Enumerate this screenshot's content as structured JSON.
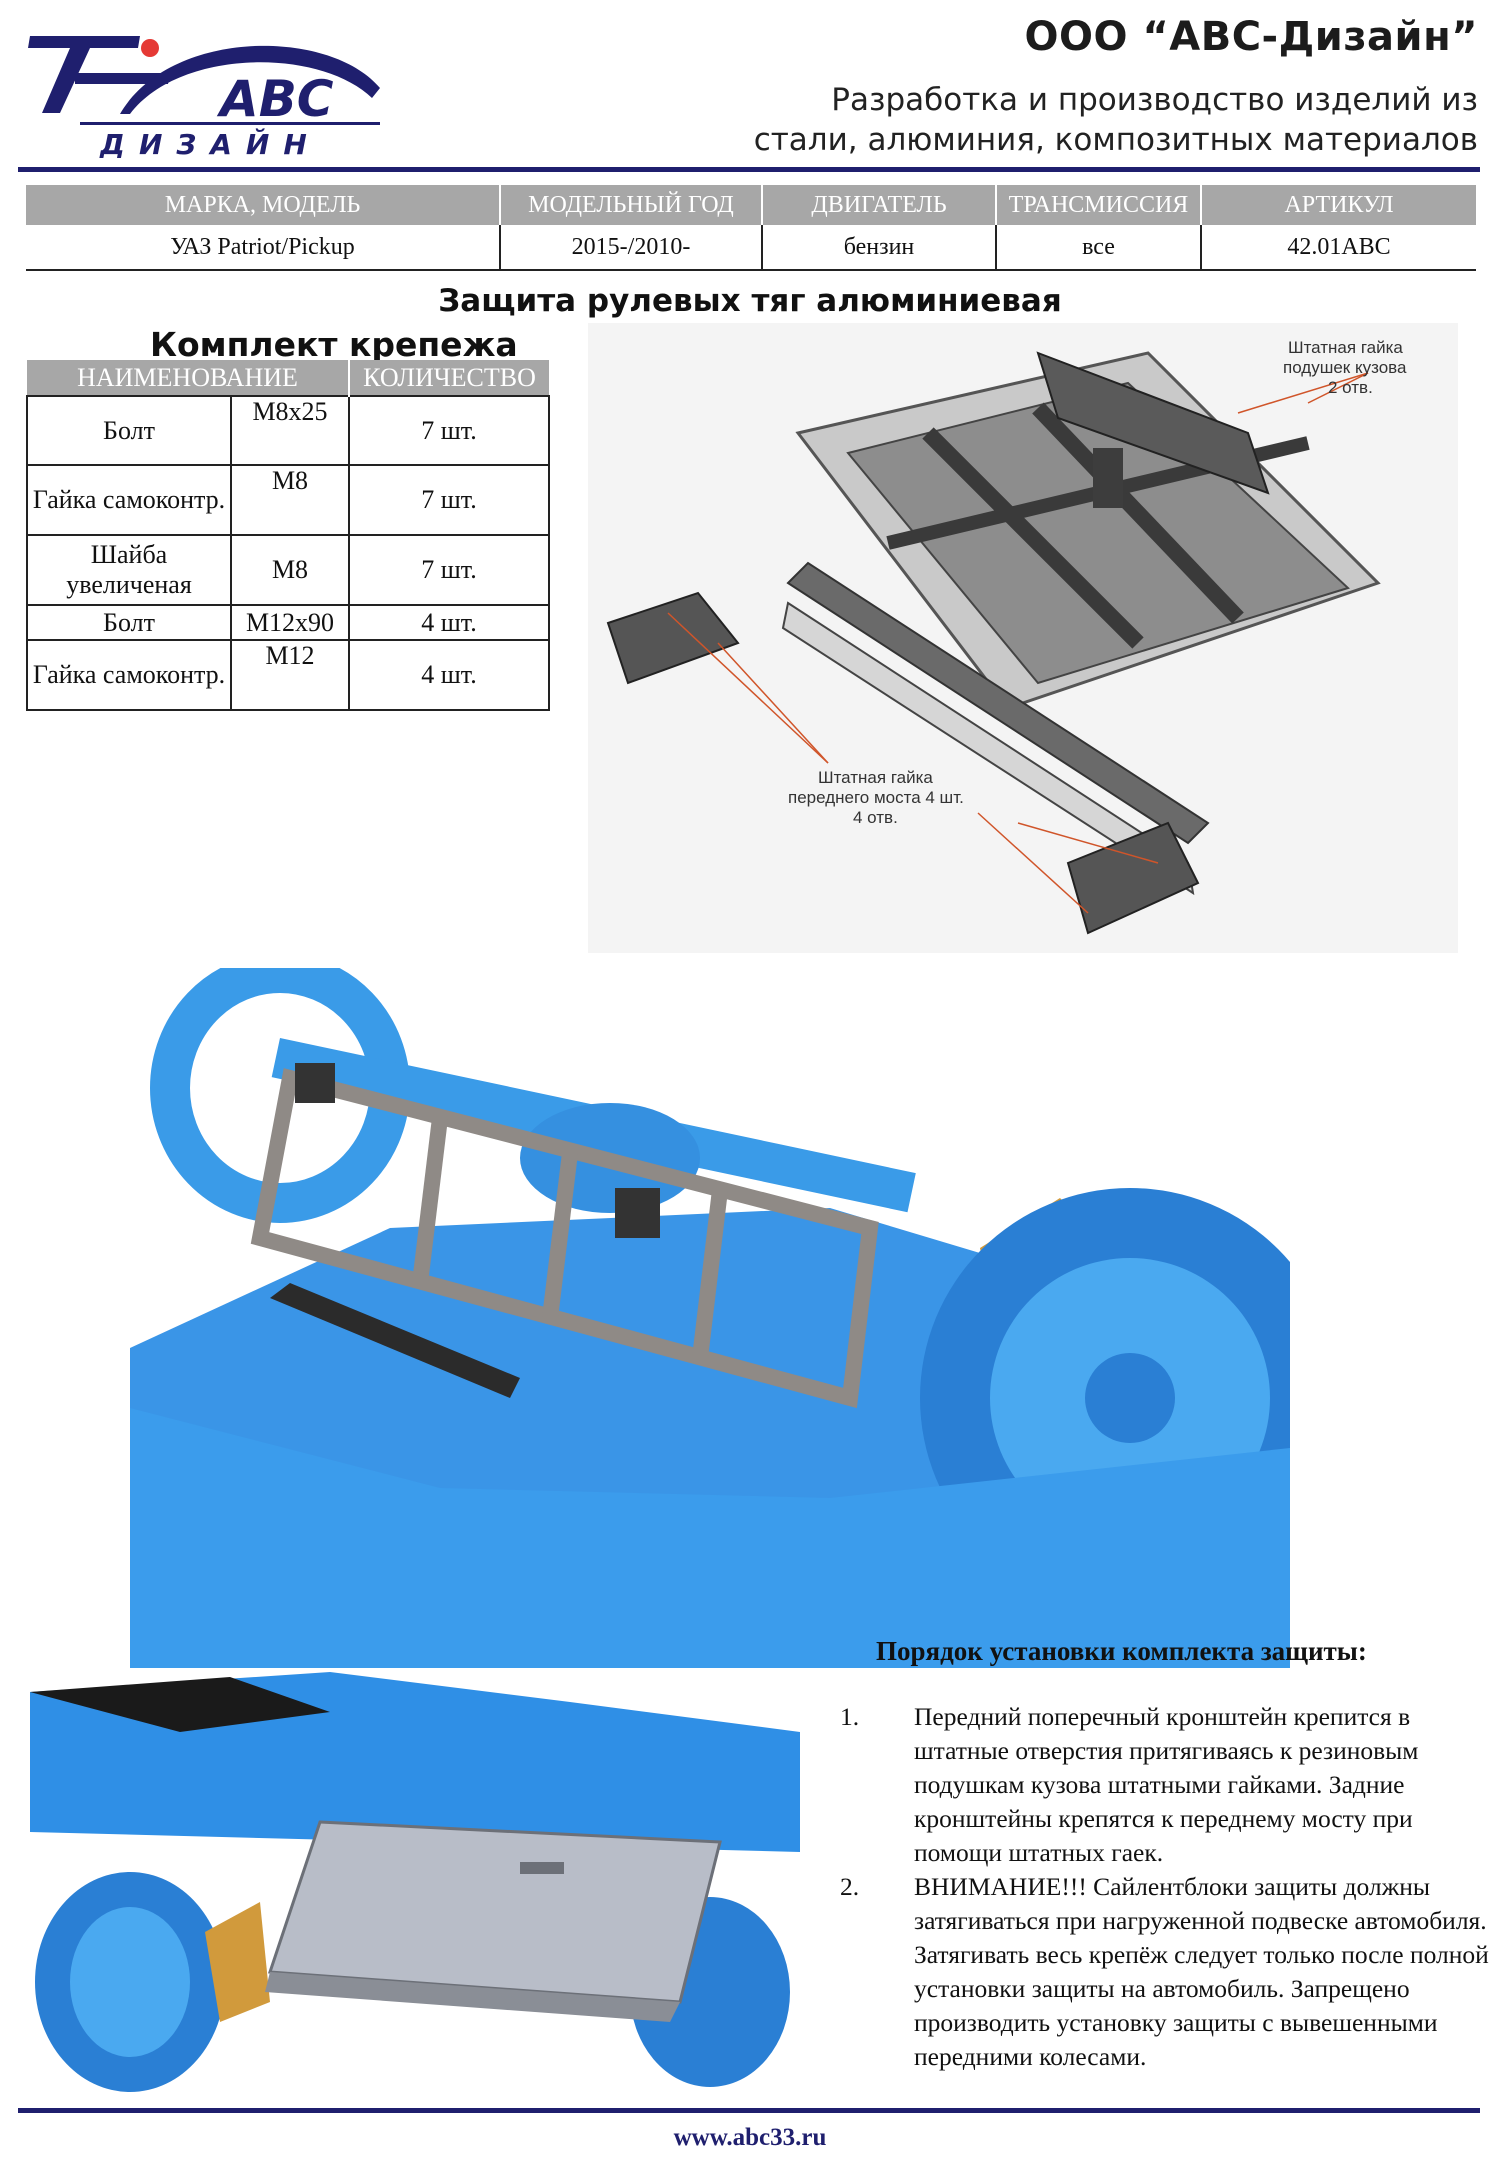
{
  "header": {
    "logo_text": "ABC",
    "logo_subtext": "ДИЗАЙН",
    "company": "ООО “АВС-Дизайн”",
    "tagline_line1": "Разработка и производство изделий из",
    "tagline_line2": "стали, алюминия, композитных материалов"
  },
  "spec_table": {
    "headers": [
      "МАРКА, МОДЕЛЬ",
      "МОДЕЛЬНЫЙ ГОД",
      "ДВИГАТЕЛЬ",
      "ТРАНСМИССИЯ",
      "АРТИКУЛ"
    ],
    "row": [
      "УАЗ Patriot/Pickup",
      "2015-/2010-",
      "бензин",
      "все",
      "42.01ABC"
    ]
  },
  "title": "Защита рулевых тяг алюминиевая",
  "kit": {
    "title": "Комплект крепежа",
    "headers": [
      "НАИМЕНОВАНИЕ",
      "КОЛИЧЕСТВО"
    ],
    "rows": [
      {
        "name": "Болт",
        "size": "М8х25",
        "qty": "7 шт."
      },
      {
        "name": "Гайка самоконтр.",
        "size": "М8",
        "qty": "7 шт."
      },
      {
        "name": "Шайба увеличеная",
        "size": "М8",
        "qty": "7 шт."
      },
      {
        "name": "Болт",
        "size": "М12х90",
        "qty": "4 шт."
      },
      {
        "name": "Гайка самоконтр.",
        "size": "М12",
        "qty": "4 шт."
      }
    ]
  },
  "diagram": {
    "note_top_l1": "Штатная гайка",
    "note_top_l2": "подушек кузова",
    "note_top_l3": "2 отв.",
    "note_bottom_l1": "Штатная гайка",
    "note_bottom_l2": "переднего моста 4 шт.",
    "note_bottom_l3": "4 отв."
  },
  "install": {
    "title": "Порядок установки комплекта защиты:",
    "steps": [
      {
        "num": "1.",
        "text": "Передний поперечный кронштейн крепится в штатные отверстия притягиваясь к резиновым подушкам кузова штатными гайками. Задние кронштейны крепятся к переднему мосту при помощи штатных гаек."
      },
      {
        "num": "2.",
        "text": "ВНИМАНИЕ!!! Сайлентблоки защиты должны затягиваться при нагруженной подвеске автомобиля. Затягивать весь крепёж следует только после полной установки защиты на автомобиль. Запрещено производить установку защиты с вывешенными передними колесами."
      }
    ]
  },
  "footer": "www.abc33.ru",
  "colors": {
    "brand": "#1f1f6e",
    "accent": "#e53935",
    "scan_blue": "#3a9be8",
    "gray_header": "#a7a7a7"
  }
}
